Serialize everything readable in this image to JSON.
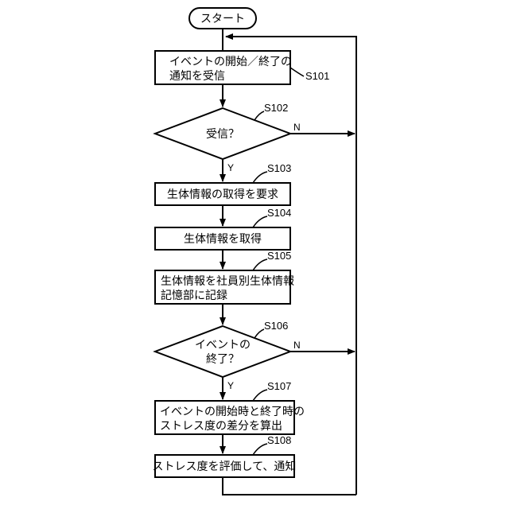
{
  "flowchart": {
    "start": "スタート",
    "steps": [
      {
        "id": "S101",
        "lines": [
          "イベントの開始／終了の",
          "通知を受信"
        ]
      },
      {
        "id": "S102",
        "lines": [
          "受信？"
        ]
      },
      {
        "id": "S103",
        "lines": [
          "生体情報の取得を要求"
        ]
      },
      {
        "id": "S104",
        "lines": [
          "生体情報を取得"
        ]
      },
      {
        "id": "S105",
        "lines": [
          "生体情報を社員別生体情報",
          "記憶部に記録"
        ]
      },
      {
        "id": "S106",
        "lines": [
          "イベントの",
          "終了？"
        ]
      },
      {
        "id": "S107",
        "lines": [
          "イベントの開始時と終了時の",
          "ストレス度の差分を算出"
        ]
      },
      {
        "id": "S108",
        "lines": [
          "ストレス度を評価して、通知"
        ]
      }
    ],
    "branch_yes": "Y",
    "branch_no": "N"
  }
}
